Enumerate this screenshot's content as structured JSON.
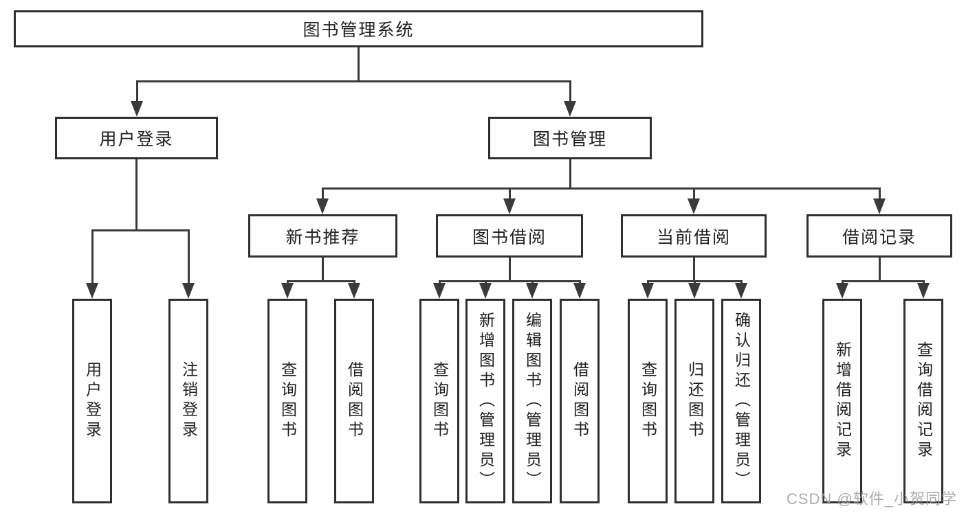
{
  "tree": {
    "root": "图书管理系统",
    "branches": [
      {
        "label": "用户登录",
        "children": [
          "用户登录",
          "注销登录"
        ]
      },
      {
        "label": "图书管理",
        "sections": [
          {
            "label": "新书推荐",
            "children": [
              "查询图书",
              "借阅图书"
            ]
          },
          {
            "label": "图书借阅",
            "children": [
              "查询图书",
              "新增图书（管理员）",
              "编辑图书（管理员）",
              "借阅图书"
            ]
          },
          {
            "label": "当前借阅",
            "children": [
              "查询图书",
              "归还图书",
              "确认归还（管理员）"
            ]
          },
          {
            "label": "借阅记录",
            "children": [
              "新增借阅记录",
              "查询借阅记录"
            ]
          }
        ]
      }
    ]
  },
  "watermark": {
    "text": "CSDN @软件_小贺同学"
  },
  "colors": {
    "background": "#ffffff",
    "box_border": "#2f2f2f",
    "connector_line": "#3a3a3a",
    "text": "#1f1f1f",
    "watermark": "#9e9e9e"
  }
}
